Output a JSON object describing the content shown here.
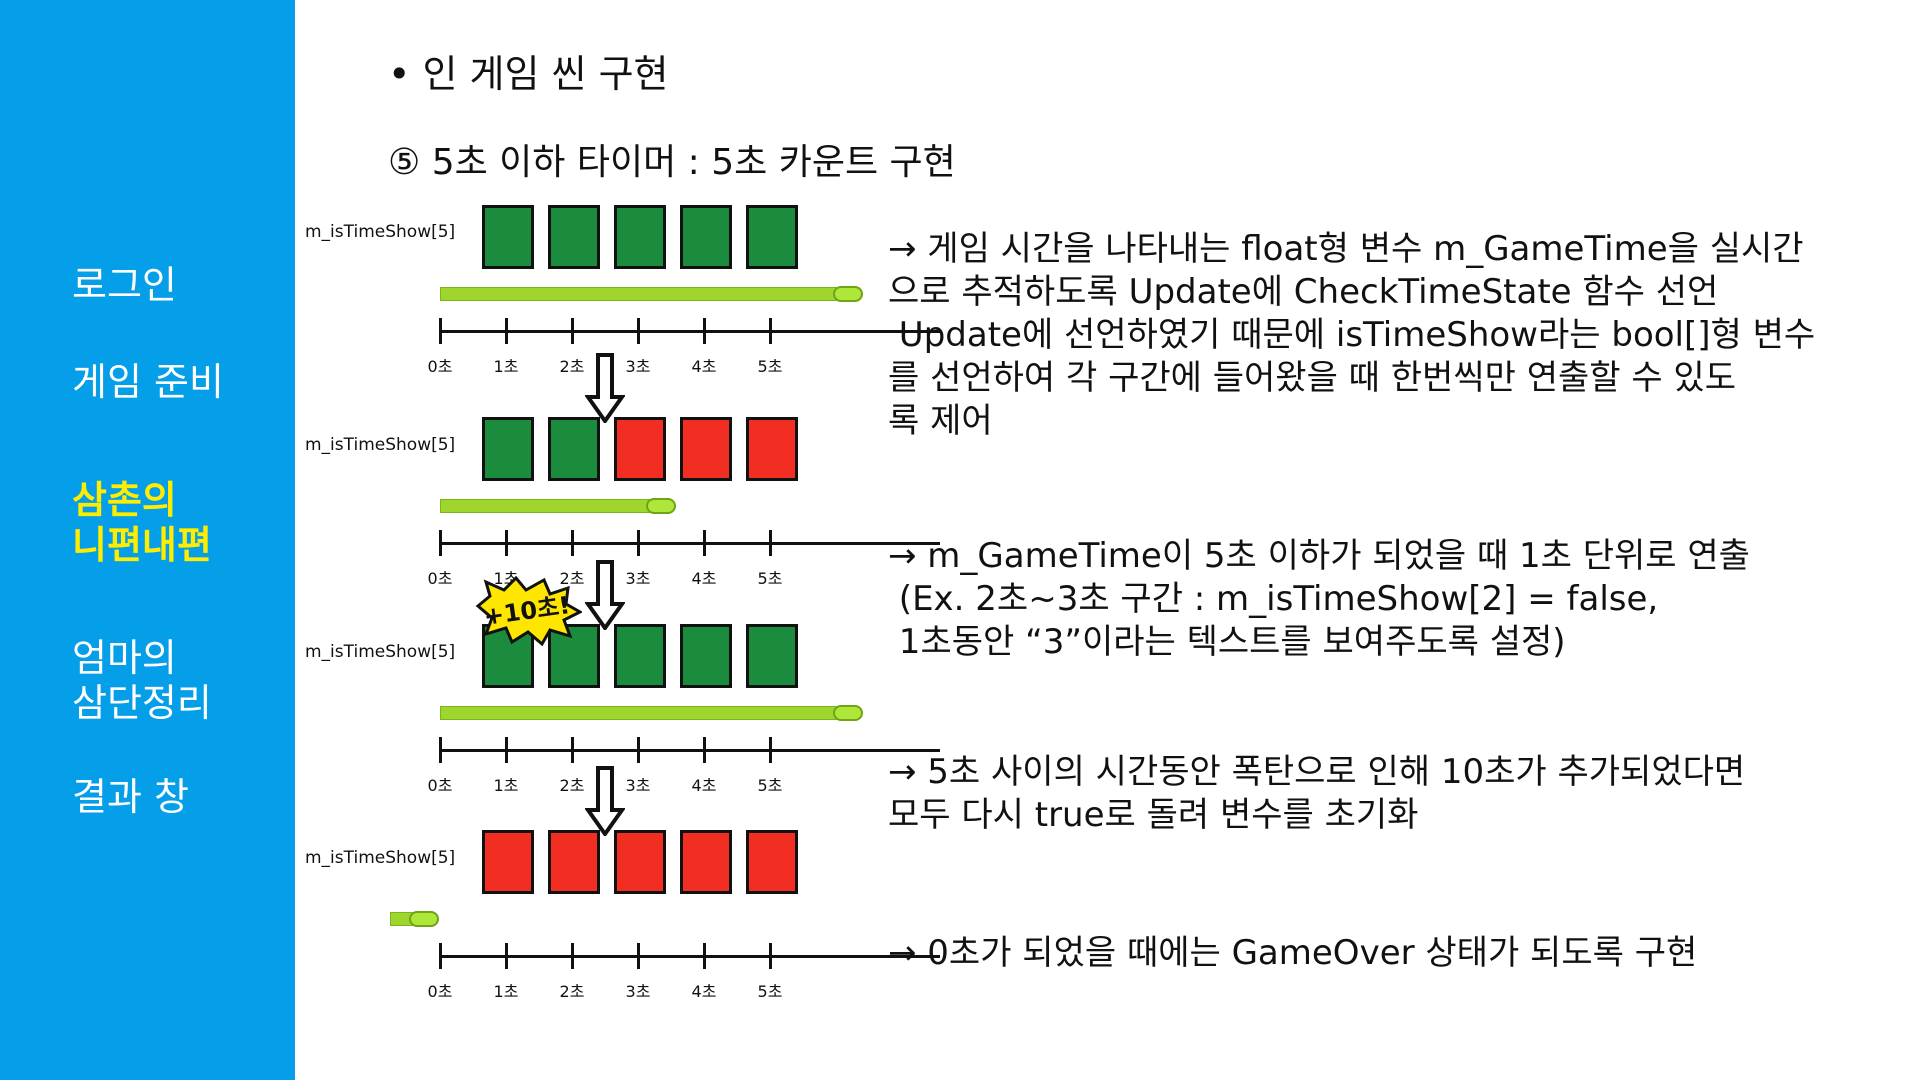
{
  "sidebar": {
    "items": [
      {
        "label": "로그인",
        "active": false
      },
      {
        "label": "게임 준비",
        "active": false
      },
      {
        "label": "삼촌의\n니편내편",
        "active": true
      },
      {
        "label": "엄마의\n삼단정리",
        "active": false
      },
      {
        "label": "결과 창",
        "active": false
      }
    ],
    "bg_color": "#049ee9",
    "active_color": "#ffed00"
  },
  "content": {
    "bullet_title": "•  인 게임 씬 구현",
    "subtitle": "⑤ 5초 이하 타이머 : 5초 카운트 구현",
    "array_label": "m_isTimeShow[5]",
    "tick_labels": [
      "0초",
      "1초",
      "2초",
      "3초",
      "4초",
      "5초"
    ],
    "badge_text": "+10초!",
    "diagrams": [
      {
        "boxes": [
          "green",
          "green",
          "green",
          "green",
          "green"
        ],
        "timer_fill": 1.0,
        "arrow_at": null
      },
      {
        "boxes": [
          "green",
          "green",
          "red",
          "red",
          "red"
        ],
        "timer_fill": 0.5,
        "arrow_at": 2.5
      },
      {
        "boxes": [
          "green",
          "green",
          "green",
          "green",
          "green"
        ],
        "timer_fill": 1.0,
        "arrow_at": 2.5,
        "badge": true
      },
      {
        "boxes": [
          "red",
          "red",
          "red",
          "red",
          "red"
        ],
        "timer_fill": 0.0,
        "arrow_at": 2.5
      }
    ],
    "descriptions": [
      "→ 게임 시간을 나타내는 float형 변수 m_GameTime을 실시간\n으로 추적하도록 Update에 CheckTimeState 함수 선언\n Update에 선언하였기 때문에 isTimeShow라는 bool[]형 변수\n를 선언하여 각 구간에 들어왔을 때 한번씩만 연출할 수 있도\n록 제어",
      "→ m_GameTime이 5초 이하가 되었을 때 1초 단위로 연출\n (Ex. 2초~3초 구간 : m_isTimeShow[2] = false,\n 1초동안 “3”이라는 텍스트를 보여주도록 설정)",
      "→ 5초 사이의 시간동안 폭탄으로 인해 10초가 추가되었다면\n모두 다시 true로 돌려 변수를 초기화",
      "→ 0초가 되었을 때에는 GameOver 상태가 되도록 구현"
    ]
  }
}
